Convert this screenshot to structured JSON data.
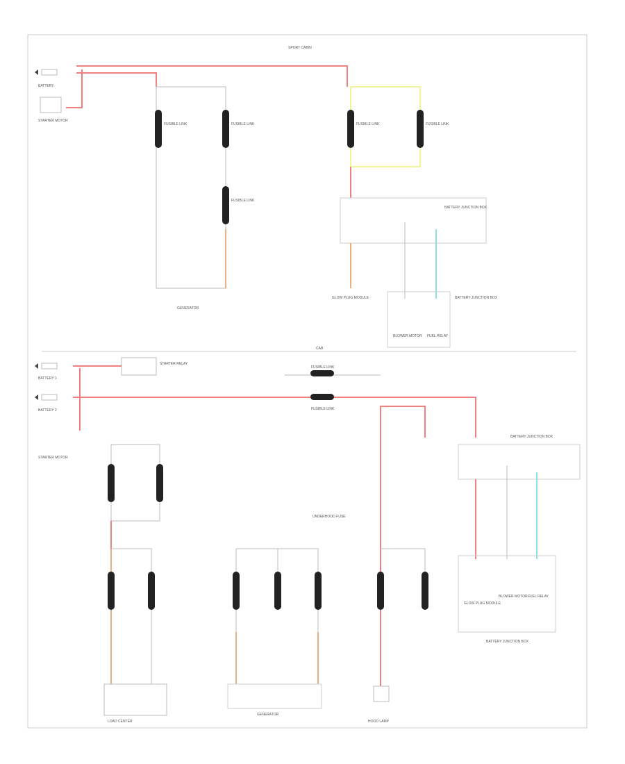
{
  "diagram": {
    "top_section_label": "SPORT CABIN",
    "bottom_section_label": "CAB",
    "battery_label": "BATTERY",
    "battery_1_label": "BATTERY 1",
    "battery_2_label": "BATTERY 2",
    "starter_label": "STARTER MOTOR",
    "generator_label": "GENERATOR",
    "fusible_link_label": "FUSIBLE LINK",
    "underhood_label": "UNDERHOOD FUSE",
    "battery_junction_label": "BATTERY JUNCTION BOX",
    "blower_label": "BLOWER MOTOR",
    "fuel_label": "FUEL RELAY",
    "glow_plug_label": "GLOW PLUG MODULE",
    "starter_relay_label": "STARTER RELAY",
    "load_label": "LOAD CENTER",
    "hood_label": "HOOD LAMP",
    "colors": {
      "battery_feed": "#f08080",
      "fusible_link": "#222222",
      "yellow_wire": "#eef07a",
      "cyan_wire": "#8ee0e0"
    }
  }
}
